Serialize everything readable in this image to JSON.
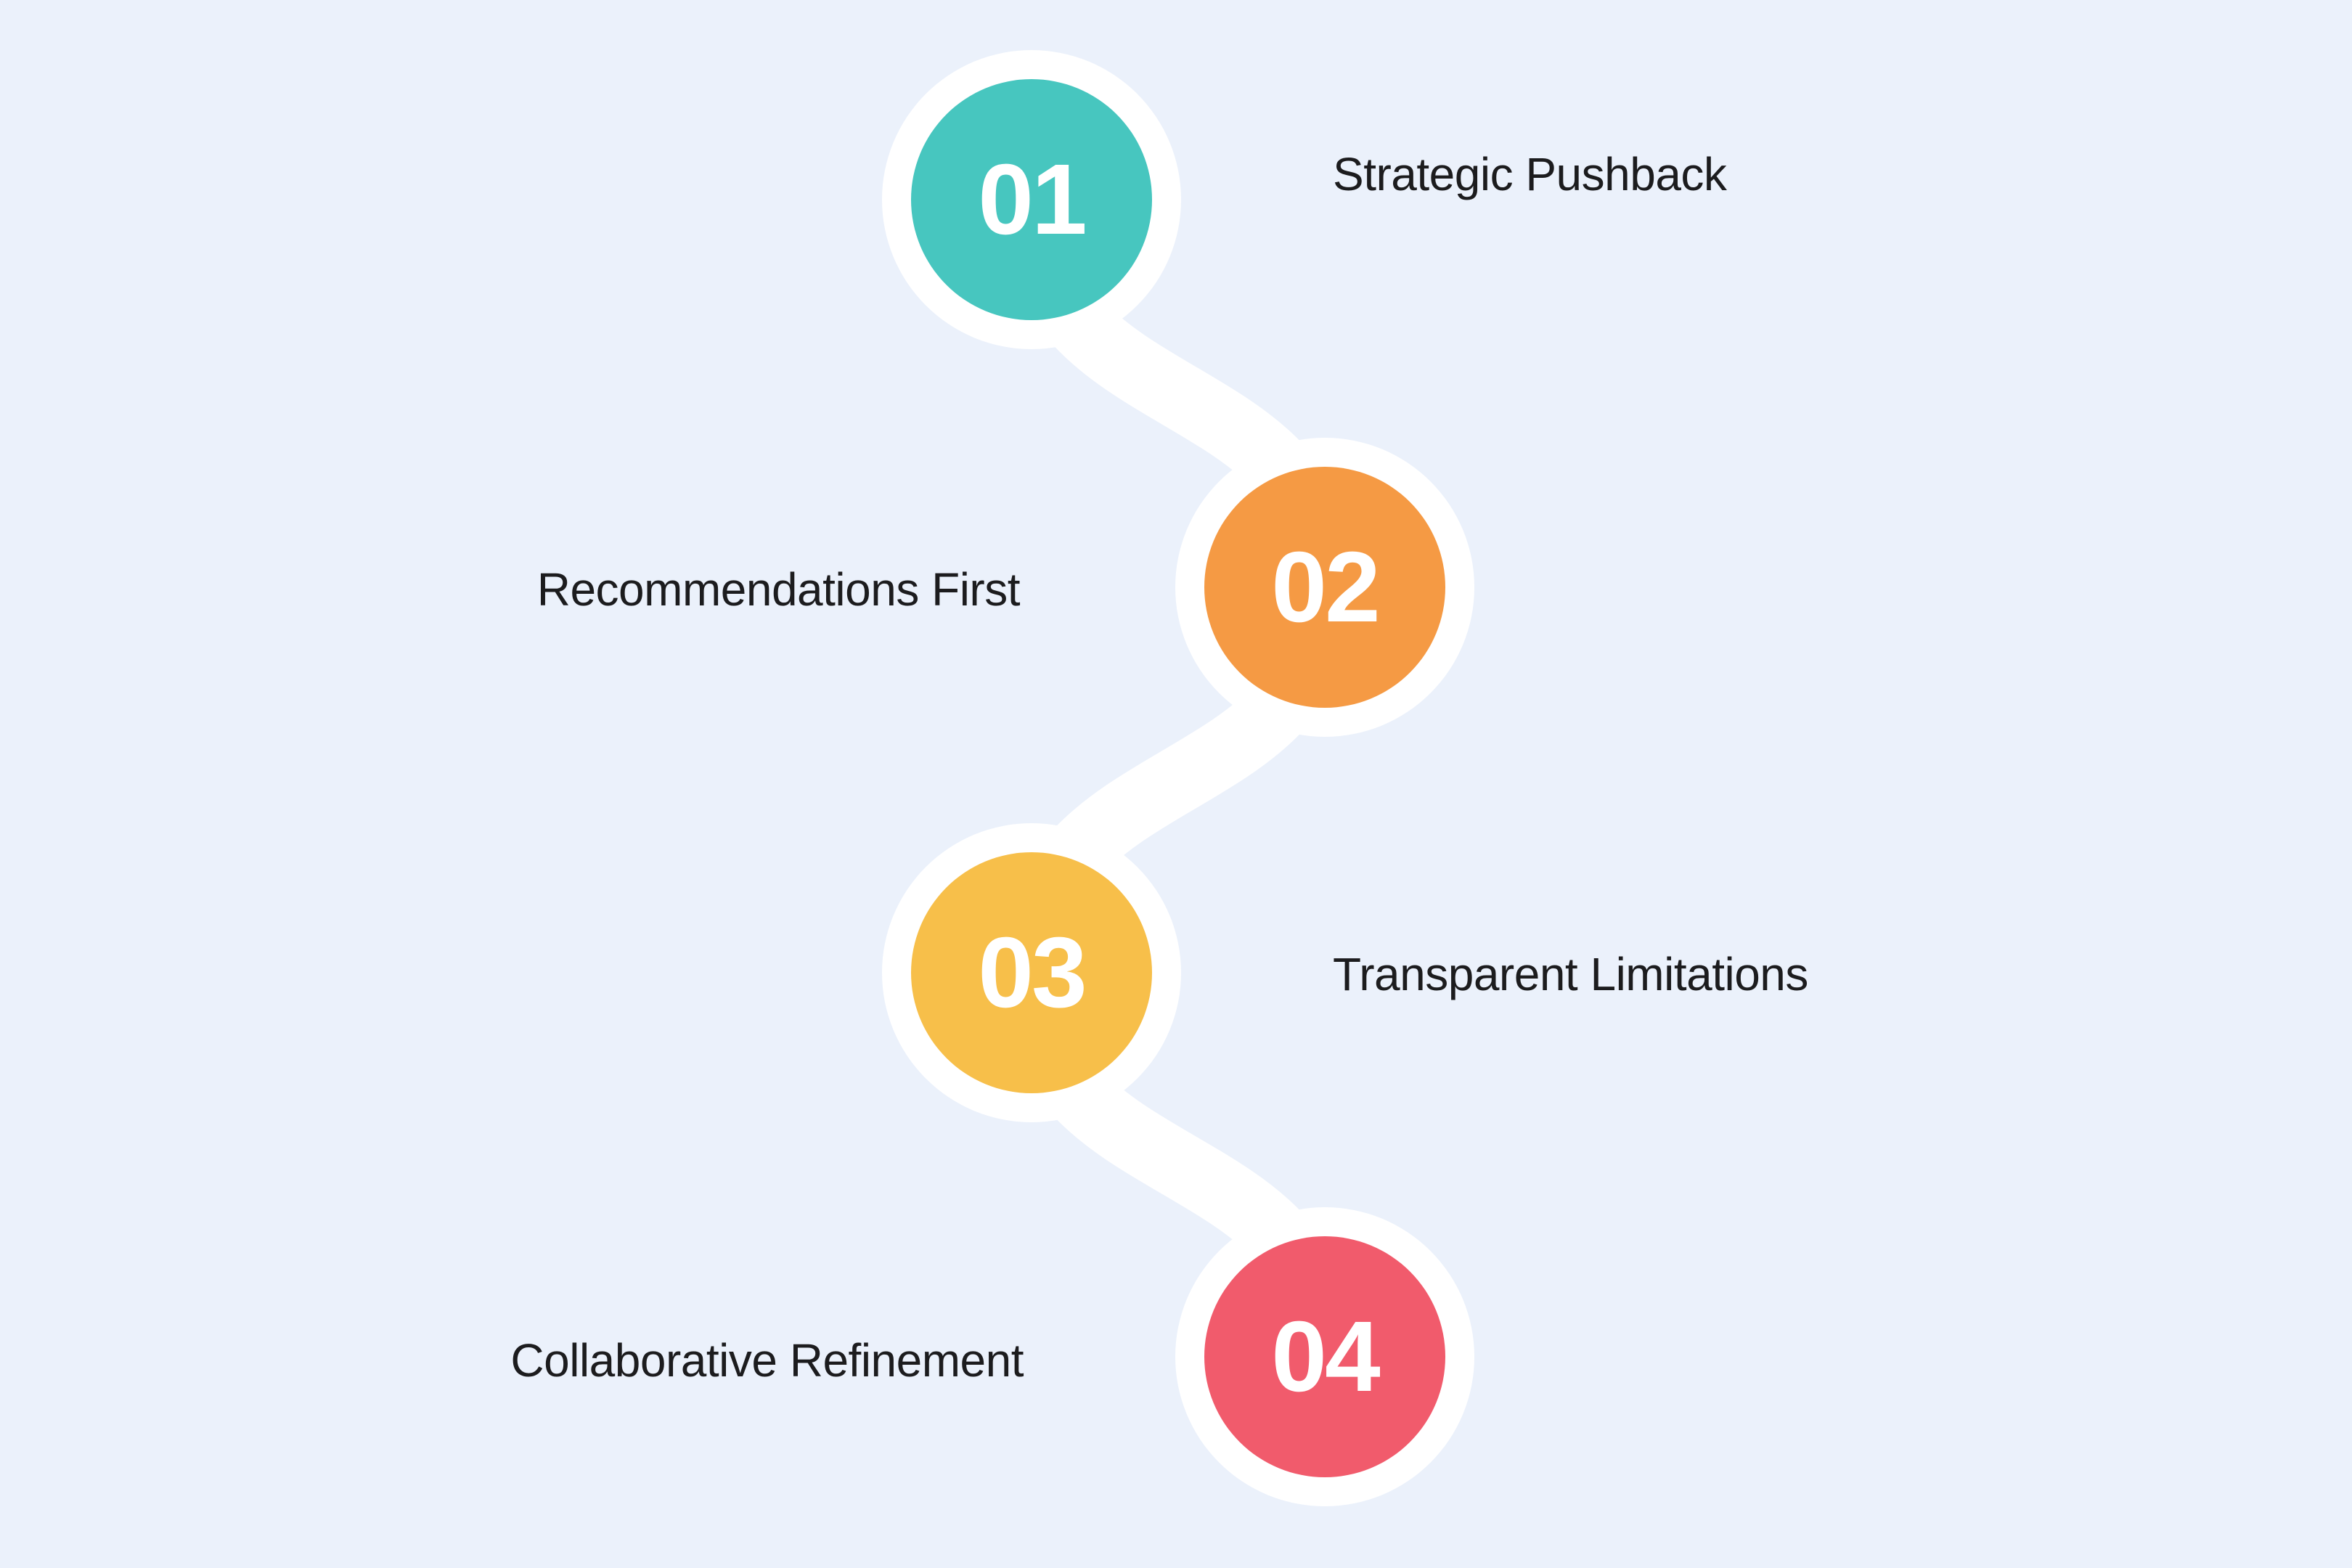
{
  "colors": {
    "background": "#EBF1FB",
    "connector": "#FFFFFF",
    "number_text": "#FFFFFF",
    "label_text": "#1C1C1E"
  },
  "steps": [
    {
      "number": "01",
      "label": "Strategic Pushback",
      "color": "#47C6BF",
      "label_side": "right"
    },
    {
      "number": "02",
      "label": "Recommendations First",
      "color": "#F59A44",
      "label_side": "left"
    },
    {
      "number": "03",
      "label": "Transparent Limitations",
      "color": "#F7BF4A",
      "label_side": "right"
    },
    {
      "number": "04",
      "label": "Collaborative Refinement",
      "color": "#F15B6C",
      "label_side": "left"
    }
  ]
}
